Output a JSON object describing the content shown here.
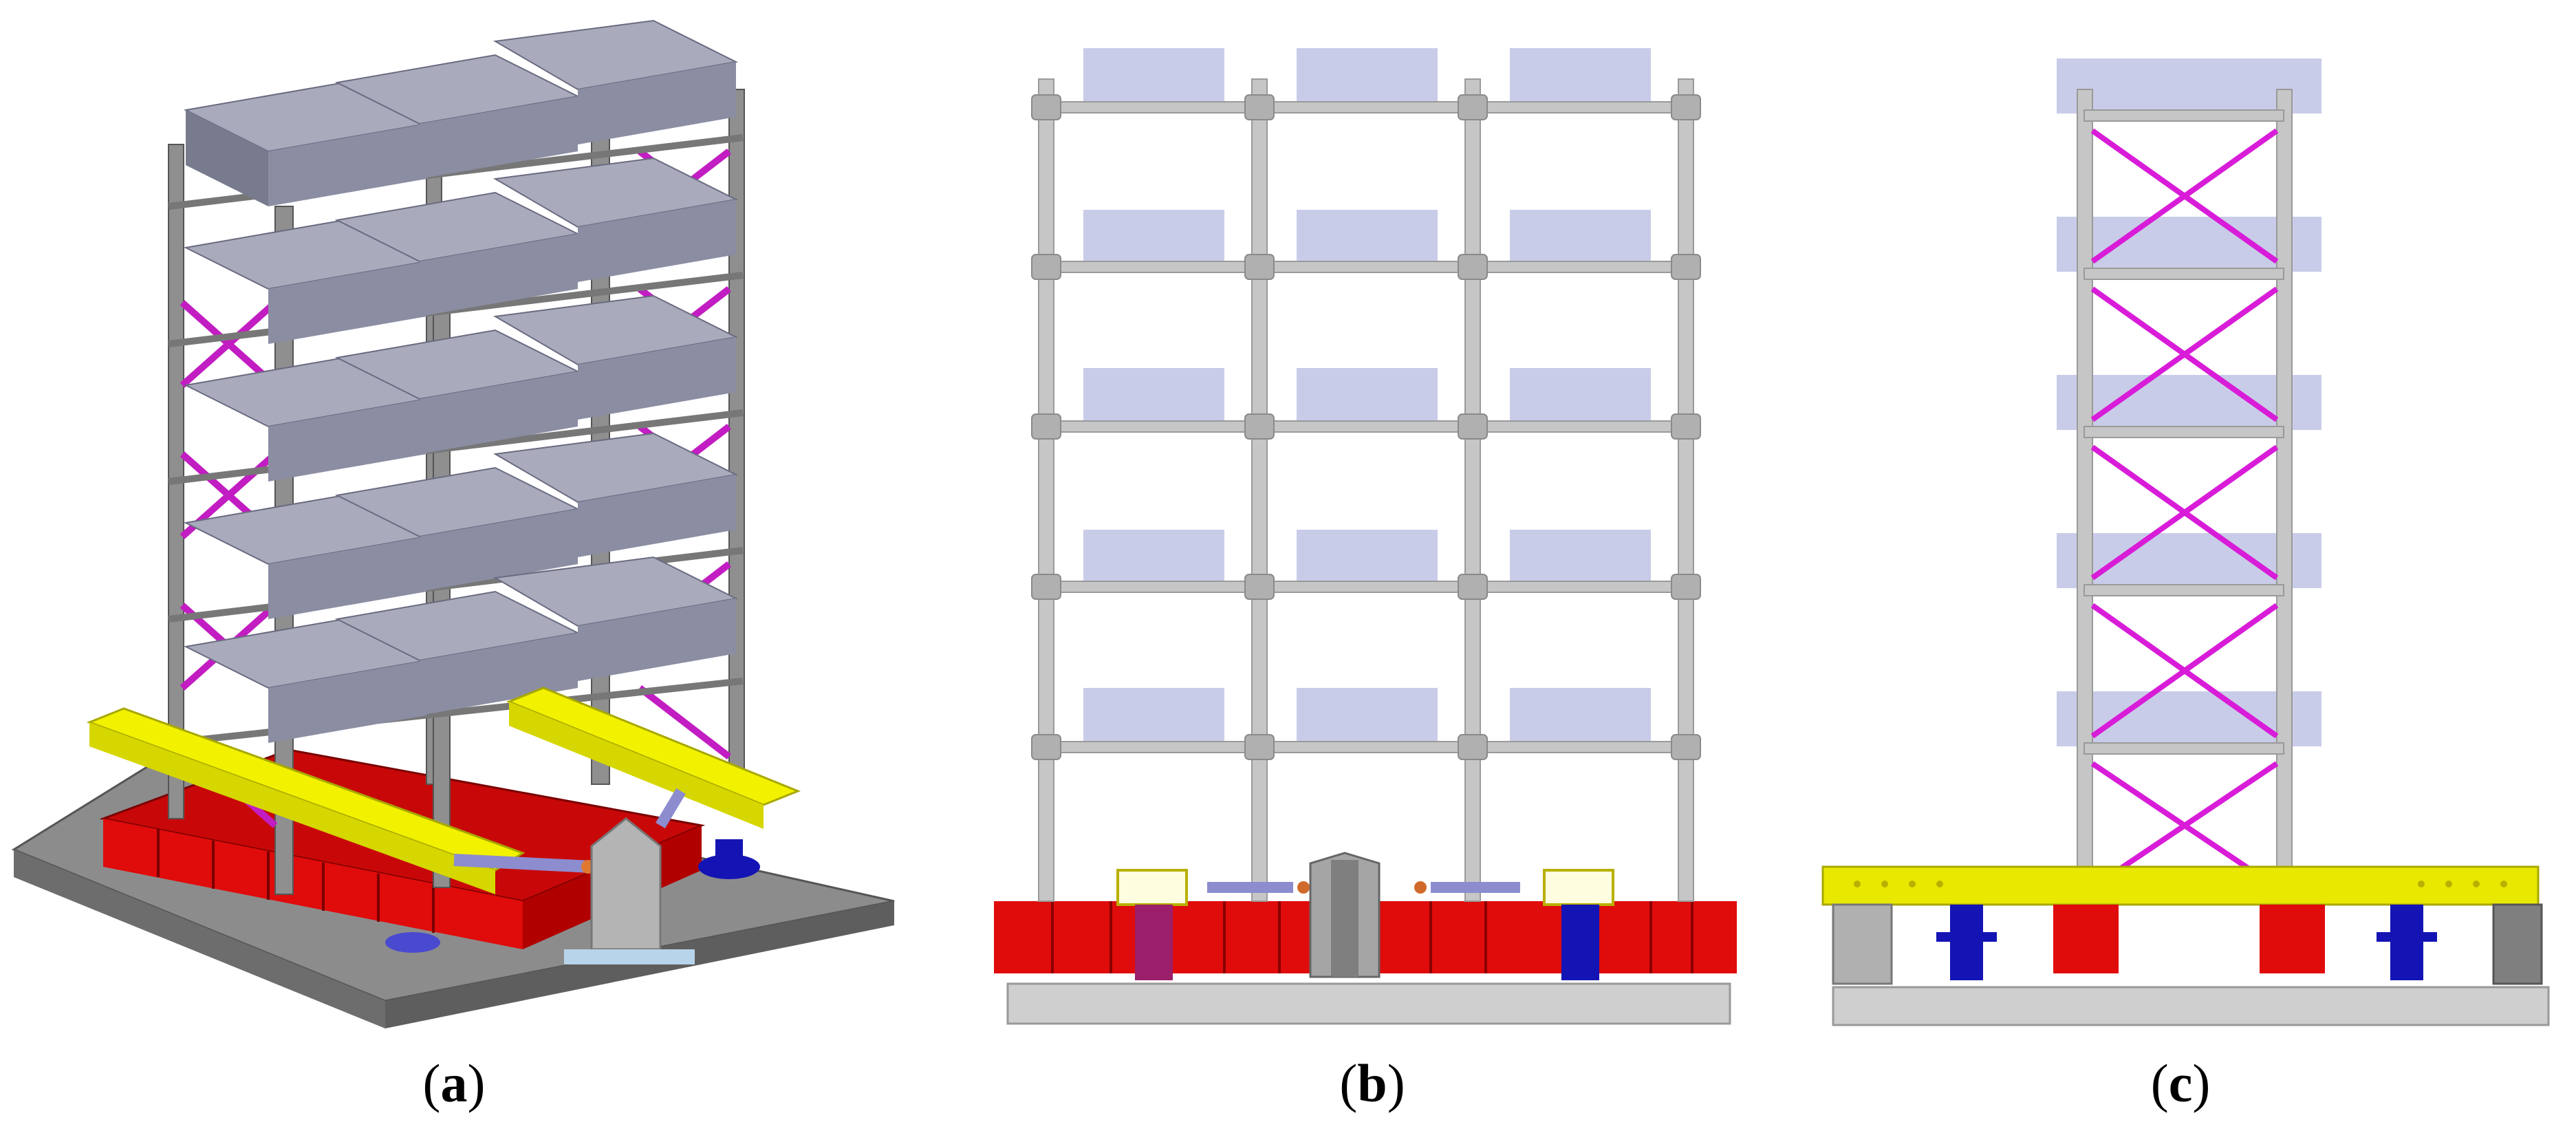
{
  "figure": {
    "panels": [
      {
        "id": "a",
        "caption_open": "(",
        "caption_letter": "a",
        "caption_close": ")"
      },
      {
        "id": "b",
        "caption_open": "(",
        "caption_letter": "b",
        "caption_close": ")"
      },
      {
        "id": "c",
        "caption_open": "(",
        "caption_letter": "c",
        "caption_close": ")"
      }
    ]
  },
  "colors": {
    "steel": "#c6c6c6",
    "steel_dark": "#8a8a8a",
    "slab": "#9a9aae",
    "slab_light": "#c9cce8",
    "bracing": "#d81cd8",
    "base_red": "#e00b0b",
    "yellow_beam": "#f2f200",
    "bearing_blue": "#1414b4",
    "ground": "#cfcfcf",
    "platform": "#7f7f7f"
  },
  "structure": {
    "stories": 5,
    "bays_front": 3,
    "bays_side": 1
  }
}
